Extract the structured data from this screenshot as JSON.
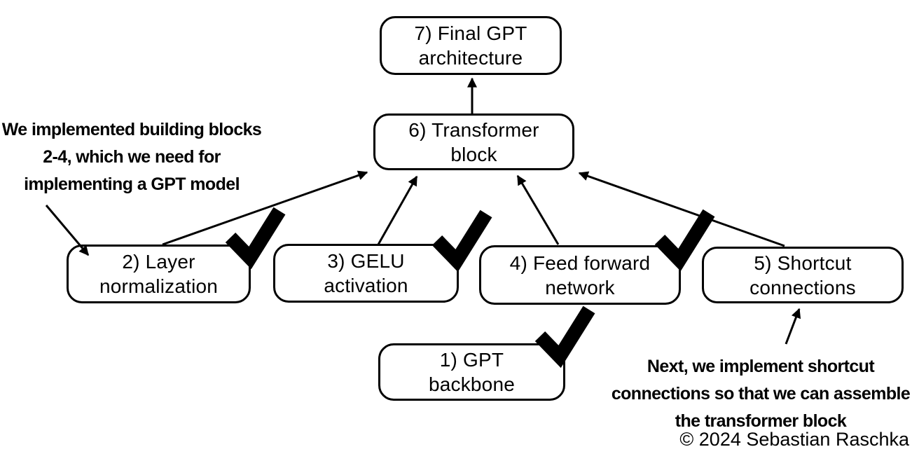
{
  "diagram": {
    "boxes": [
      {
        "id": "gpt-backbone",
        "label": "1) GPT\nbackbone",
        "checked": true
      },
      {
        "id": "layer-normalization",
        "label": "2) Layer\nnormalization",
        "checked": true
      },
      {
        "id": "gelu-activation",
        "label": "3) GELU\nactivation",
        "checked": true
      },
      {
        "id": "feed-forward-network",
        "label": "4) Feed forward\nnetwork",
        "checked": true
      },
      {
        "id": "shortcut-connections",
        "label": "5) Shortcut\nconnections",
        "checked": false
      },
      {
        "id": "transformer-block",
        "label": "6) Transformer\nblock",
        "checked": false
      },
      {
        "id": "final-gpt-architecture",
        "label": "7) Final GPT\narchitecture",
        "checked": false
      }
    ],
    "edges": [
      {
        "from": "layer-normalization",
        "to": "transformer-block"
      },
      {
        "from": "gelu-activation",
        "to": "transformer-block"
      },
      {
        "from": "feed-forward-network",
        "to": "transformer-block"
      },
      {
        "from": "shortcut-connections",
        "to": "transformer-block"
      },
      {
        "from": "transformer-block",
        "to": "final-gpt-architecture"
      },
      {
        "from": "note-left",
        "to": "layer-normalization"
      },
      {
        "from": "note-right",
        "to": "shortcut-connections"
      }
    ],
    "annotations": {
      "left": "We implemented building blocks\n2-4, which we need for\nimplementing a GPT model",
      "right": "Next, we implement shortcut\nconnections so that we can assemble\nthe transformer block",
      "copyright": "© 2024 Sebastian Raschka"
    },
    "icons": {
      "checkmark": "✓"
    },
    "colors": {
      "ink": "#000000",
      "background": "#ffffff"
    }
  }
}
